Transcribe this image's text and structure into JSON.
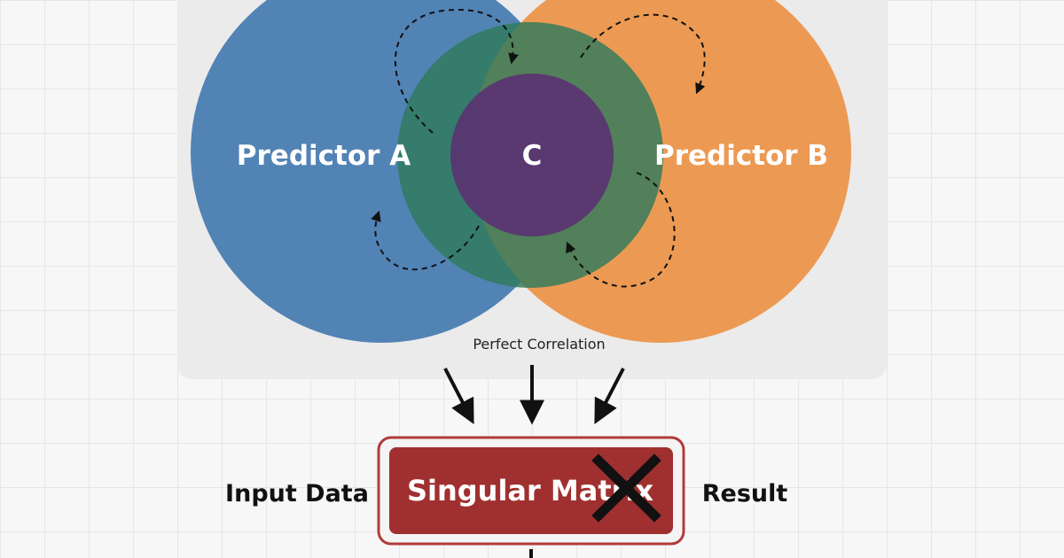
{
  "venn": {
    "predictor_a": "Predictor A",
    "predictor_b": "Predictor B",
    "overlap": "C",
    "caption": "Perfect Correlation"
  },
  "flow": {
    "input_label": "Input Data",
    "box_label": "Singular Matrix",
    "result_label": "Result"
  },
  "colors": {
    "predictor_a": "#5283b5",
    "predictor_b": "#ec9a53",
    "overlap_ring": "#2e7a5c",
    "core": "#5a3372",
    "error_box": "#a0302f",
    "error_mark": "#111111"
  },
  "icons": [
    "cross-mark-icon",
    "arrow-down-icon"
  ]
}
